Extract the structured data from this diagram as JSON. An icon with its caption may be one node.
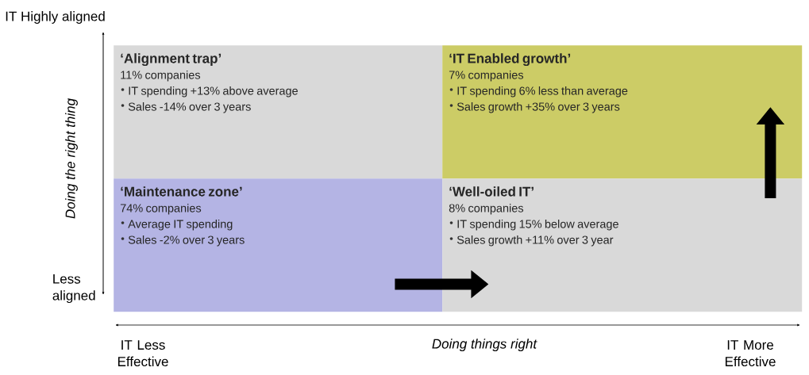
{
  "diagram": {
    "nodes": [
      {
        "text": [
          "‘Alignment trap’",
          "11% companies",
          "IT spending +13% above average",
          "Sales -14% over 3 years"
        ]
      },
      {
        "text": [
          "‘IT Enabled growth’",
          "7% companies",
          "IT spending 6% less than average",
          "Sales growth +35% over 3 years"
        ]
      },
      {
        "text": [
          "‘Maintenance zone’",
          "74% companies",
          "Average IT spending",
          "Sales -2% over 3 years"
        ]
      },
      {
        "text": [
          "‘Well-oiled IT’",
          "8% companies",
          "IT spending 15% below average",
          "Sales growth +11% over 3 year"
        ]
      }
    ],
    "edges": [
      {
        "from": 2,
        "to": 3,
        "arrow": "to"
      },
      {
        "from": 3,
        "to": 1,
        "arrow": "to"
      }
    ],
    "labels": [
      "IT Highly aligned",
      "Doing the right thing",
      "Less aligned",
      "IT Less Effective",
      "Doing things right",
      "IT More Effective"
    ]
  }
}
